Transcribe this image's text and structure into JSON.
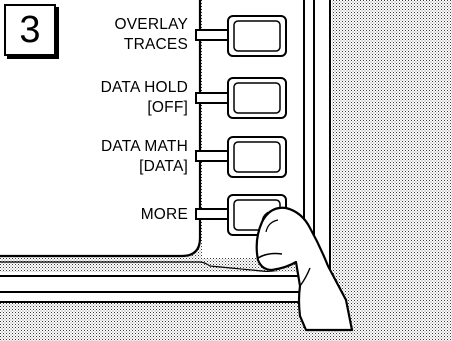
{
  "step": {
    "number": "3"
  },
  "softkeys": [
    {
      "line1": "OVERLAY",
      "line2": "TRACES"
    },
    {
      "line1": "DATA HOLD",
      "line2": "[OFF]"
    },
    {
      "line1": "DATA MATH",
      "line2": "[DATA]"
    },
    {
      "line1": "MORE",
      "line2": ""
    }
  ],
  "pressed_softkey_index": 3
}
